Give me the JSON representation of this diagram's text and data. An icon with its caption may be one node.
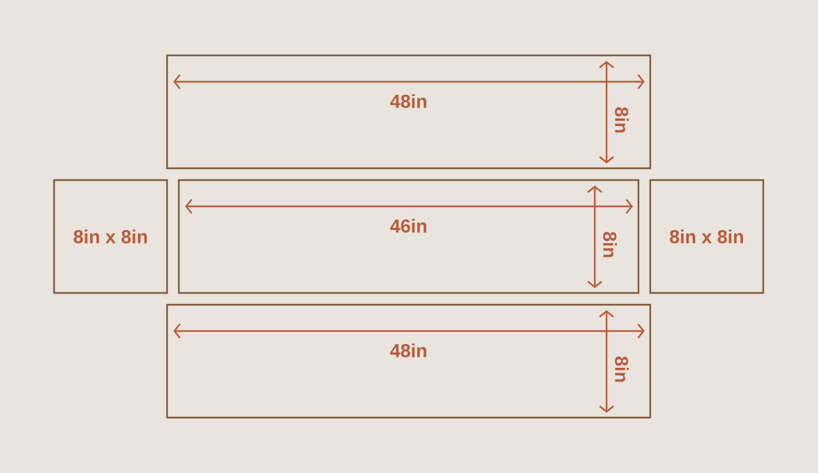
{
  "diagram": {
    "nodes": [
      {
        "text": [
          "48in",
          "8in"
        ]
      },
      {
        "text": [
          "8in x 8in"
        ]
      },
      {
        "text": [
          "46in",
          "8in"
        ]
      },
      {
        "text": [
          "8in x 8in"
        ]
      },
      {
        "text": [
          "48in",
          "8in"
        ]
      }
    ]
  }
}
